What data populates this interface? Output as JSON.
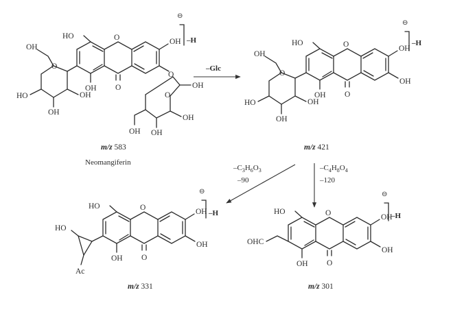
{
  "structures": {
    "s583": {
      "mz_prefix": "m/z",
      "mz_value": "583",
      "name": "Neomangiferin",
      "charge_label": "–H"
    },
    "s421": {
      "mz_prefix": "m/z",
      "mz_value": "421",
      "charge_label": "–H"
    },
    "s331": {
      "mz_prefix": "m/z",
      "mz_value": "331",
      "charge_label": "–H"
    },
    "s301": {
      "mz_prefix": "m/z",
      "mz_value": "301",
      "charge_label": "–H"
    }
  },
  "arrows": {
    "a1": {
      "label": "–Glc"
    },
    "a2": {
      "label_prefix": "–C",
      "h": "H",
      "o": "O",
      "sub1": "3",
      "sub2": "6",
      "sub3": "3",
      "mass": "–90"
    },
    "a3": {
      "label_prefix": "–C",
      "h": "H",
      "o": "O",
      "sub1": "4",
      "sub2": "8",
      "sub3": "4",
      "mass": "–120"
    }
  },
  "atoms": {
    "OH": "OH",
    "HO": "HO",
    "O": "O",
    "OHC": "OHC",
    "Ac": "Ac",
    "minus": "⊖"
  }
}
